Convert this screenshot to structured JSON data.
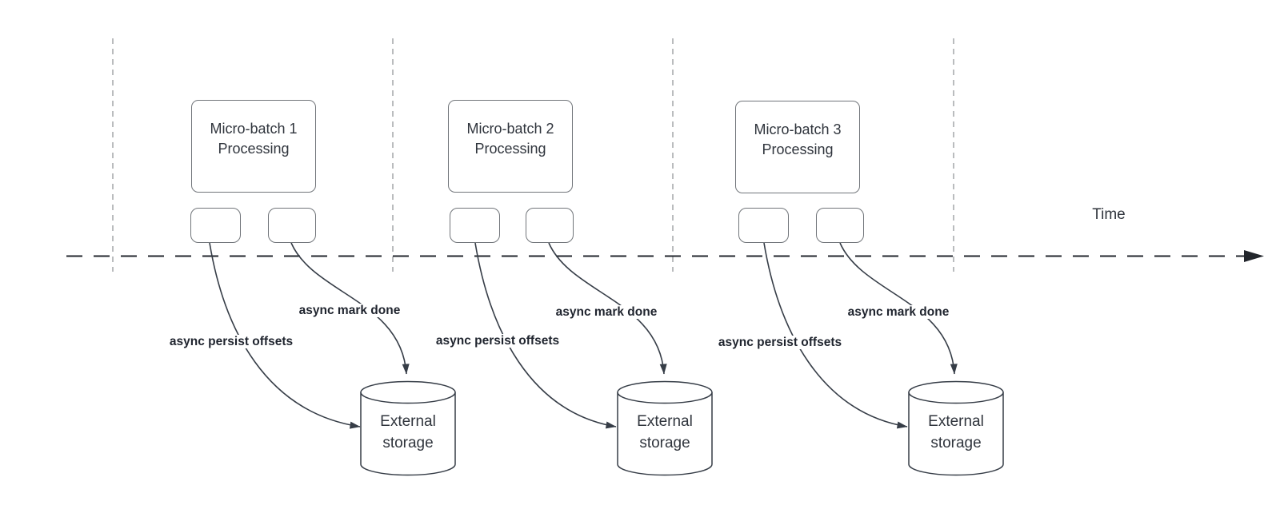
{
  "diagram": {
    "time_label": "Time",
    "batches": [
      {
        "title": "Micro-batch 1\nProcessing",
        "persist_label": "async persist offsets",
        "done_label": "async mark done",
        "storage_label": "External\nstorage"
      },
      {
        "title": "Micro-batch 2\nProcessing",
        "persist_label": "async persist offsets",
        "done_label": "async mark done",
        "storage_label": "External\nstorage"
      },
      {
        "title": "Micro-batch 3\nProcessing",
        "persist_label": "async persist offsets",
        "done_label": "async mark done",
        "storage_label": "External\nstorage"
      }
    ],
    "colors": {
      "curve": "#363d47",
      "axis": "#22262c",
      "lane": "#a4a6a9",
      "box_border": "#71757a",
      "text": "#30353d",
      "label_text": "#1f242e"
    }
  }
}
